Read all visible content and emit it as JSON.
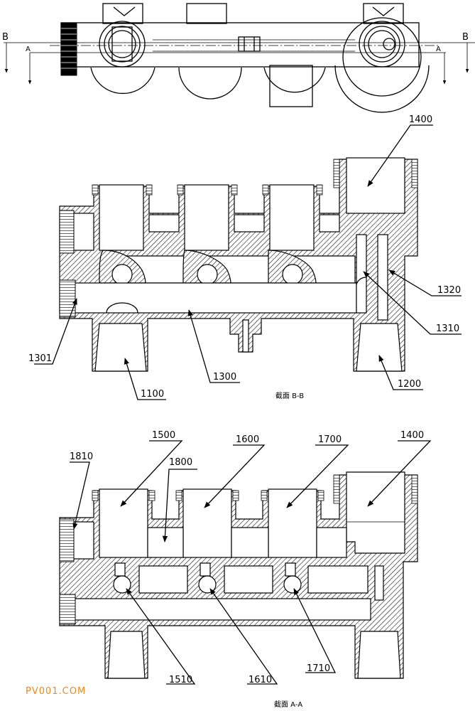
{
  "watermark": "PV001.COM",
  "top_view": {
    "section_marks": [
      "B",
      "A",
      "A",
      "B"
    ]
  },
  "section_bb": {
    "caption": "截面 B-B",
    "labels": {
      "l1400": "1400",
      "l1320": "1320",
      "l1310": "1310",
      "l1301": "1301",
      "l1300": "1300",
      "l1100": "1100",
      "l1200": "1200"
    }
  },
  "section_aa": {
    "caption": "截面 A-A",
    "labels": {
      "l1810": "1810",
      "l1500": "1500",
      "l1800": "1800",
      "l1600": "1600",
      "l1700": "1700",
      "l1400": "1400",
      "l1510": "1510",
      "l1610": "1610",
      "l1710": "1710"
    }
  }
}
